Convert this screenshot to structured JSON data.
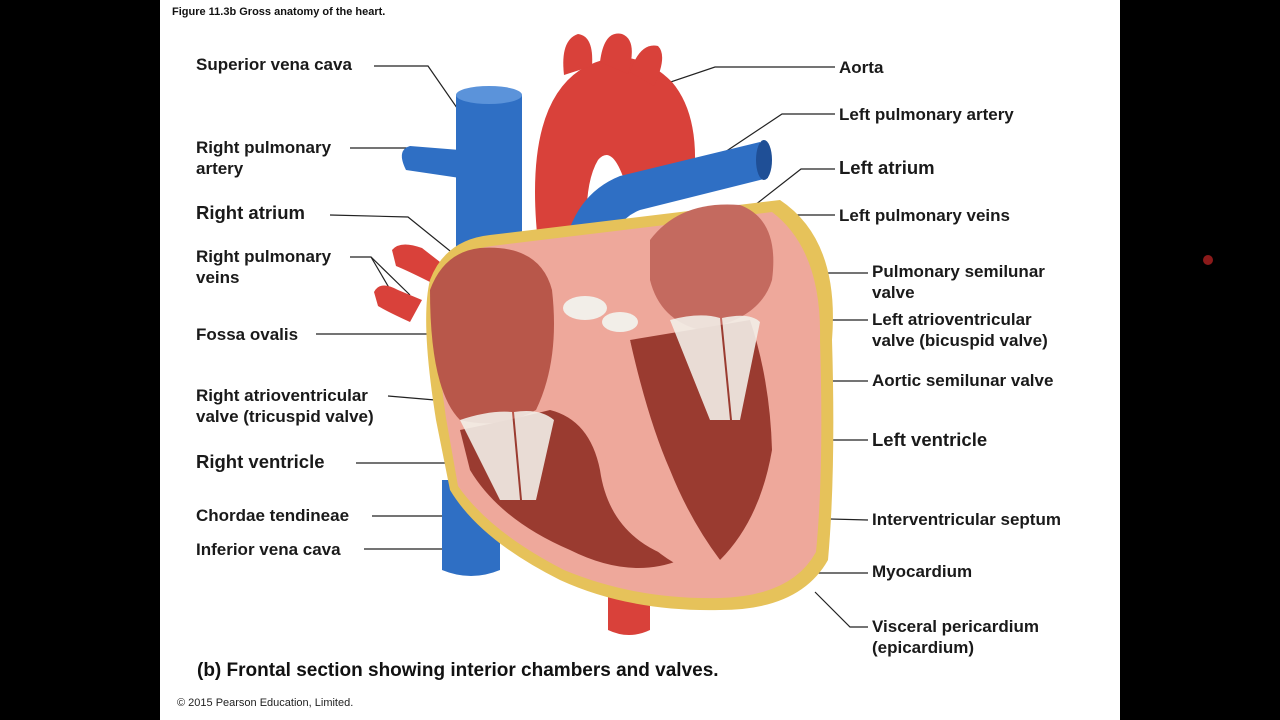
{
  "figure_title": "Figure 11.3b Gross anatomy of the heart.",
  "caption": "(b) Frontal section showing interior chambers and valves.",
  "copyright": "© 2015 Pearson Education, Limited.",
  "labels": {
    "superior_vena_cava": "Superior vena cava",
    "right_pulmonary_artery": "Right pulmonary\nartery",
    "right_atrium": "Right atrium",
    "right_pulmonary_veins": "Right pulmonary\nveins",
    "fossa_ovalis": "Fossa ovalis",
    "right_av_valve": "Right atrioventricular\nvalve (tricuspid valve)",
    "right_ventricle": "Right ventricle",
    "chordae_tendineae": "Chordae tendineae",
    "inferior_vena_cava": "Inferior vena cava",
    "aorta": "Aorta",
    "left_pulmonary_artery": "Left pulmonary artery",
    "left_atrium": "Left atrium",
    "left_pulmonary_veins": "Left pulmonary veins",
    "pulmonary_semilunar_valve": "Pulmonary semilunar\nvalve",
    "left_av_valve": "Left atrioventricular\nvalve (bicuspid valve)",
    "aortic_semilunar_valve": "Aortic semilunar valve",
    "left_ventricle": "Left ventricle",
    "interventricular_septum": "Interventricular septum",
    "myocardium": "Myocardium",
    "visceral_pericardium": "Visceral pericardium\n(epicardium)"
  },
  "colors": {
    "vein_blue": "#2f6fc4",
    "artery_red": "#d9413a",
    "myocardium_pink": "#eea89b",
    "chamber_dark": "#9a3b30",
    "epicardium_yellow": "#e6c25a",
    "valve_white": "#f2eee8"
  }
}
